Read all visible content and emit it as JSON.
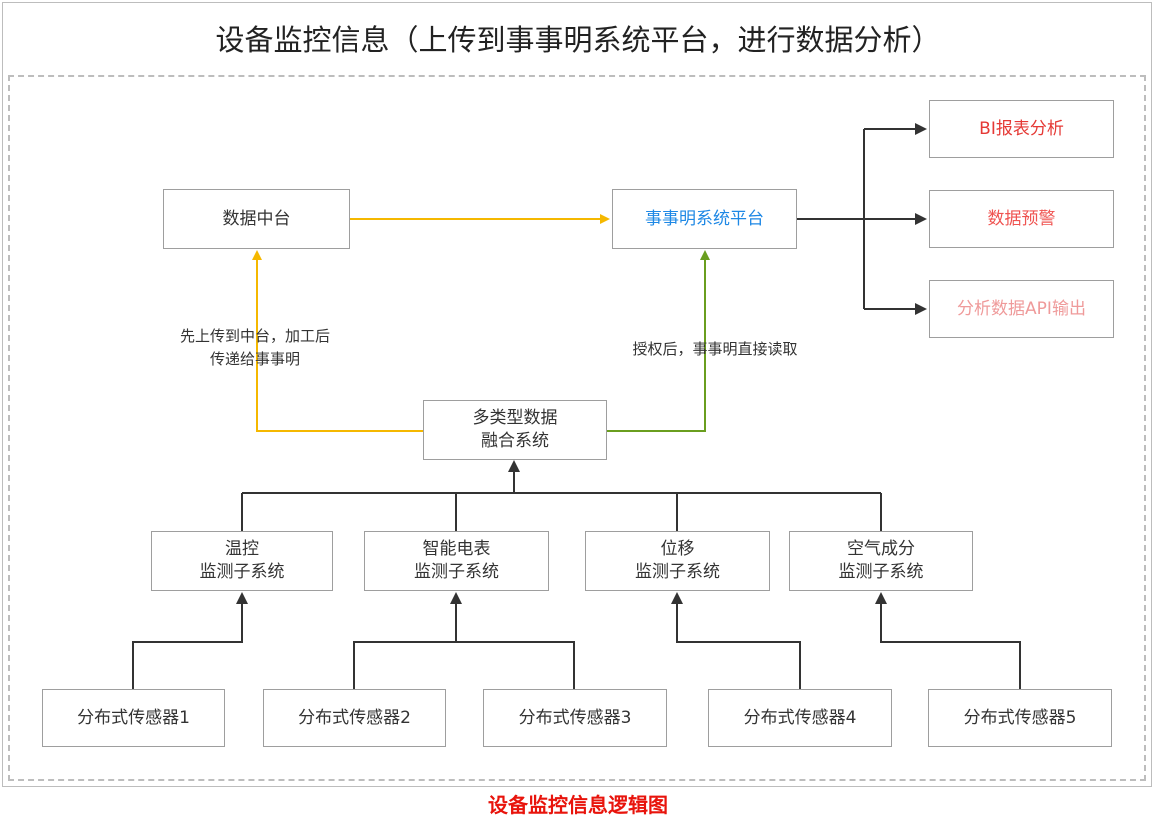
{
  "title": "设备监控信息（上传到事事明系统平台，进行数据分析）",
  "caption": "设备监控信息逻辑图",
  "colors": {
    "yellow_line": "#f5b800",
    "green_line": "#6a9e1f",
    "dark_line": "#333333",
    "platform_text": "#1e88e5",
    "bi_text": "#e53935",
    "alert_text": "#ef5350",
    "api_text": "#ef9a9a",
    "caption_text": "#e8140c"
  },
  "nodes": {
    "data_middle": "数据中台",
    "platform": "事事明系统平台",
    "bi": "BI报表分析",
    "alert": "数据预警",
    "api": "分析数据API输出",
    "fusion": [
      "多类型数据",
      "融合系统"
    ],
    "sub_temp": [
      "温控",
      "监测子系统"
    ],
    "sub_meter": [
      "智能电表",
      "监测子系统"
    ],
    "sub_disp": [
      "位移",
      "监测子系统"
    ],
    "sub_air": [
      "空气成分",
      "监测子系统"
    ],
    "sensor1": "分布式传感器1",
    "sensor2": "分布式传感器2",
    "sensor3": "分布式传感器3",
    "sensor4": "分布式传感器4",
    "sensor5": "分布式传感器5"
  },
  "edge_labels": {
    "left": [
      "先上传到中台，加工后",
      "传递给事事明"
    ],
    "right": "授权后，事事明直接读取"
  }
}
